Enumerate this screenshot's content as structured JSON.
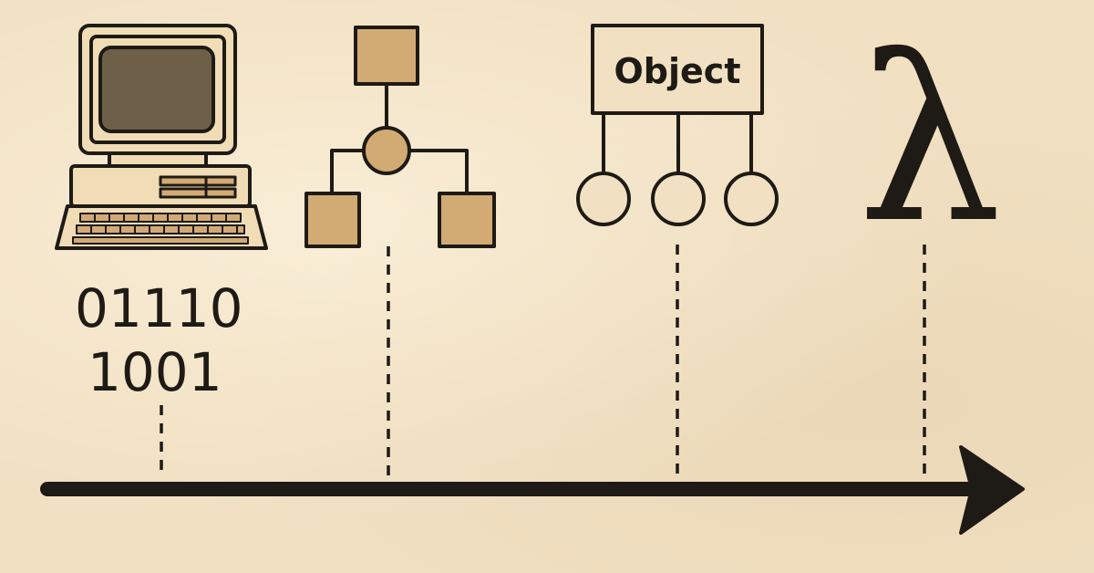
{
  "diagram": {
    "stages": [
      {
        "id": "machine",
        "icon": "retro-computer-icon",
        "lines": [
          "01110",
          "1001"
        ]
      },
      {
        "id": "structured",
        "icon": "flowchart-hierarchy-icon"
      },
      {
        "id": "object-oriented",
        "icon": "object-hierarchy-icon",
        "label": "Object"
      },
      {
        "id": "functional",
        "icon": "lambda-icon",
        "symbol": "λ"
      }
    ],
    "timeline": {
      "icon": "arrow-right-icon",
      "direction": "right"
    }
  },
  "colors": {
    "background": "#f1e0c2",
    "ink": "#1e1a15",
    "fill_tan": "#d2aa74",
    "screen_dark": "#6e5f48",
    "computer_body": "#f0ddb6"
  }
}
